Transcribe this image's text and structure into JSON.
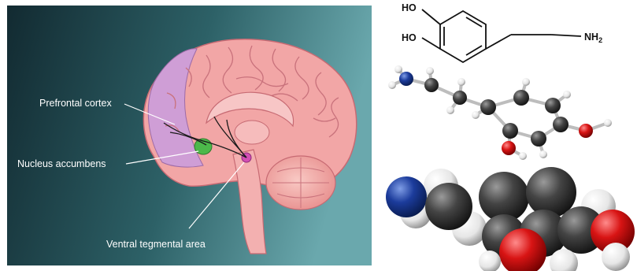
{
  "brain_panel": {
    "labels": {
      "prefrontal_cortex": "Prefrontal cortex",
      "nucleus_accumbens": "Nucleus accumbens",
      "ventral_tegmental_area": "Ventral tegmental area"
    },
    "colors": {
      "background_dark": "#17323b",
      "background_light": "#5f9ea3",
      "brain": "#f2a6a6",
      "prefrontal": "#cf9ed6",
      "nucleus_accumbens": "#4cb84a",
      "vta": "#d24fb4"
    }
  },
  "dopamine_panel": {
    "formula": {
      "hydroxyl_top": "HO",
      "hydroxyl_bottom": "HO",
      "amine": "NH",
      "amine_subscript": "2"
    },
    "colors": {
      "carbon": "#3a3a3a",
      "oxygen": "#d81414",
      "nitrogen": "#1c3c9c",
      "hydrogen": "#f2f2f2"
    }
  }
}
